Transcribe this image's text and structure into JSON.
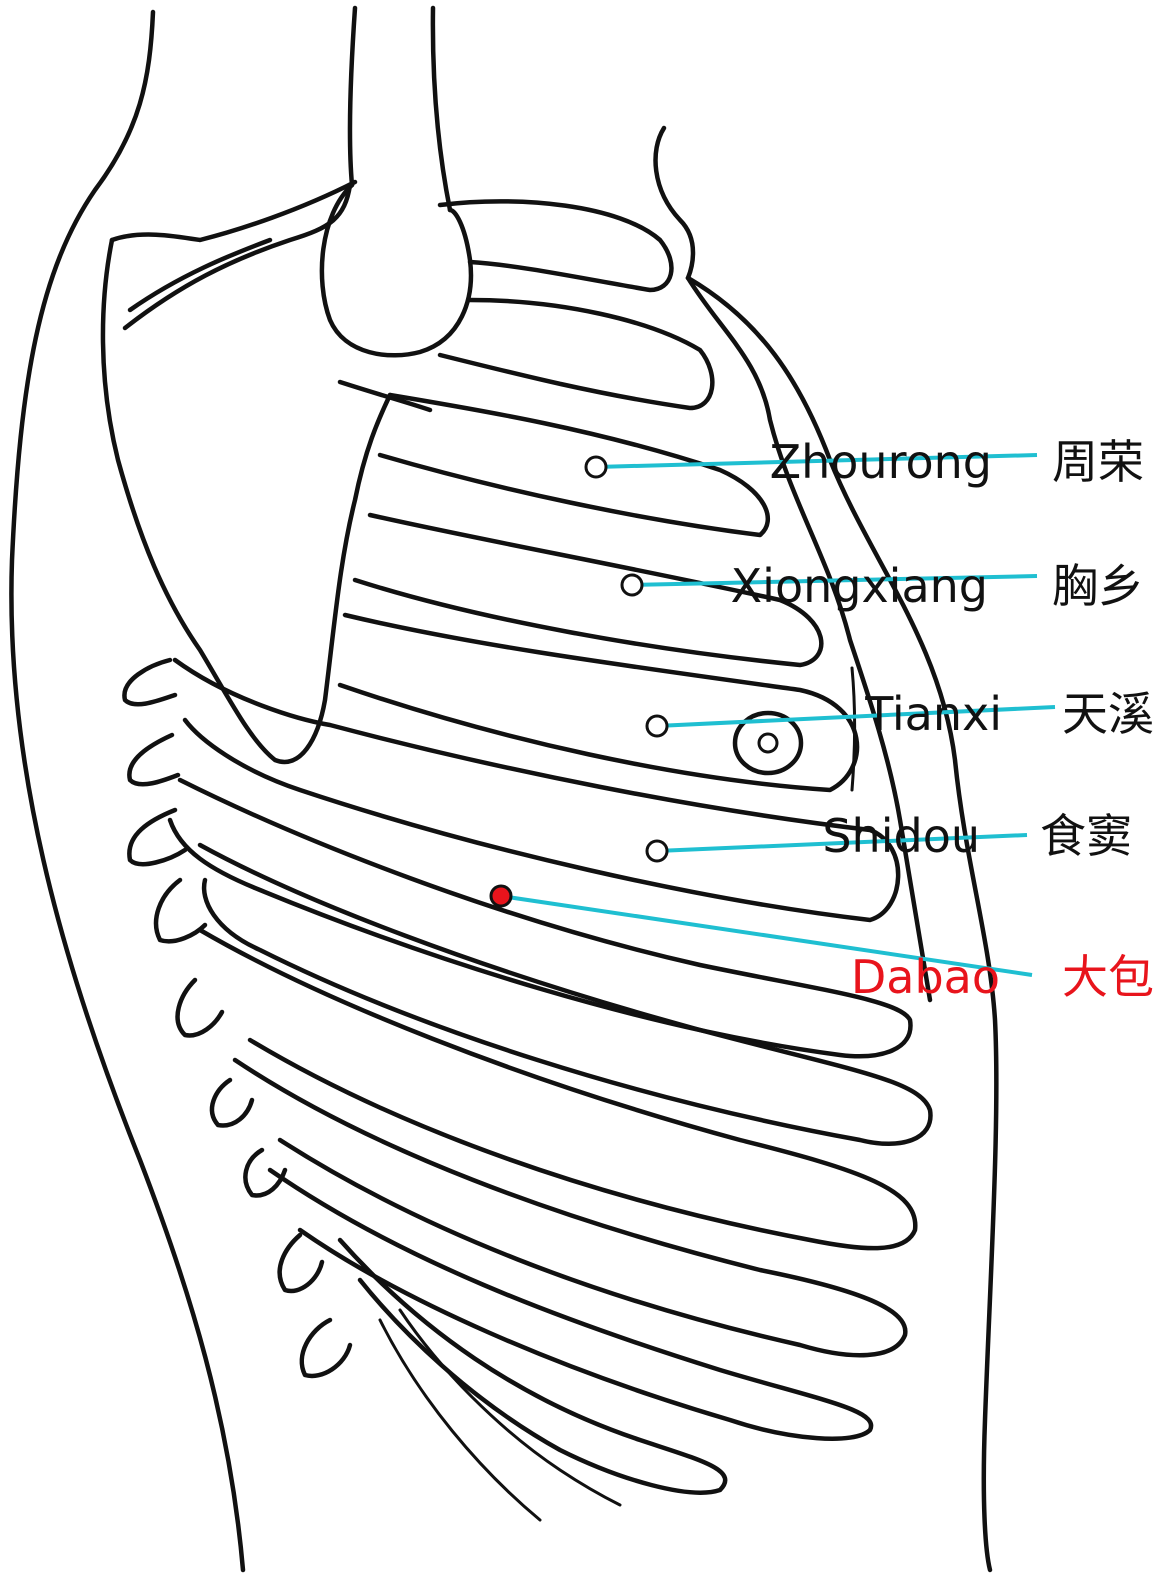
{
  "colors": {
    "leader_line": "#1fbfd1",
    "highlight": "#e8141c",
    "ink": "#111111"
  },
  "points": [
    {
      "pinyin": "Zhourong",
      "hanzi": "周荣",
      "highlighted": false
    },
    {
      "pinyin": "Xiongxiang",
      "hanzi": "胸乡",
      "highlighted": false
    },
    {
      "pinyin": "Tianxi",
      "hanzi": "天溪",
      "highlighted": false
    },
    {
      "pinyin": "Shidou",
      "hanzi": "食窦",
      "highlighted": false
    },
    {
      "pinyin": "Dabao",
      "hanzi": "大包",
      "highlighted": true
    }
  ]
}
